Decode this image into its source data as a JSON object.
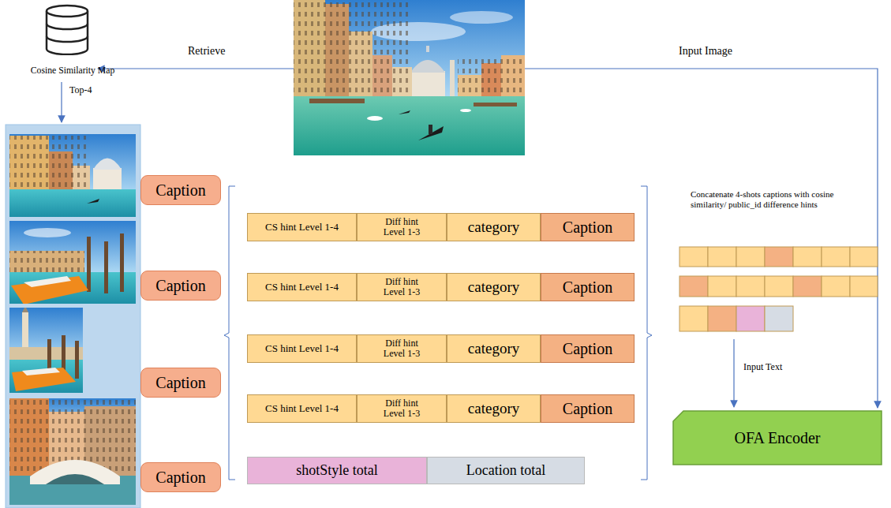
{
  "diagram": {
    "nodes": [
      {
        "text": [
          "Cosine Similarity Map"
        ]
      },
      {
        "text": [
          "Caption"
        ]
      },
      {
        "text": [
          "Caption"
        ]
      },
      {
        "text": [
          "Caption"
        ]
      },
      {
        "text": [
          "Caption"
        ]
      },
      {
        "text": [
          "CS hint Level 1-4"
        ]
      },
      {
        "text": [
          "Diff hint Level 1-3"
        ]
      },
      {
        "text": [
          "category"
        ]
      },
      {
        "text": [
          "Caption"
        ]
      },
      {
        "text": [
          "CS hint Level 1-4"
        ]
      },
      {
        "text": [
          "Diff hint Level 1-3"
        ]
      },
      {
        "text": [
          "category"
        ]
      },
      {
        "text": [
          "Caption"
        ]
      },
      {
        "text": [
          "CS hint Level 1-4"
        ]
      },
      {
        "text": [
          "Diff hint Level 1-3"
        ]
      },
      {
        "text": [
          "category"
        ]
      },
      {
        "text": [
          "Caption"
        ]
      },
      {
        "text": [
          "CS hint Level 1-4"
        ]
      },
      {
        "text": [
          "Diff hint Level 1-3"
        ]
      },
      {
        "text": [
          "category"
        ]
      },
      {
        "text": [
          "Caption"
        ]
      },
      {
        "text": [
          "shotStyle total"
        ]
      },
      {
        "text": [
          "Location total"
        ]
      },
      {
        "text": [
          "OFA Encoder"
        ]
      }
    ],
    "labels": [
      "Retrieve",
      "Input Image",
      "Top-4",
      "Concatenate 4-shots captions with cosine similarity/ public_id difference hints",
      "Input Text"
    ]
  }
}
